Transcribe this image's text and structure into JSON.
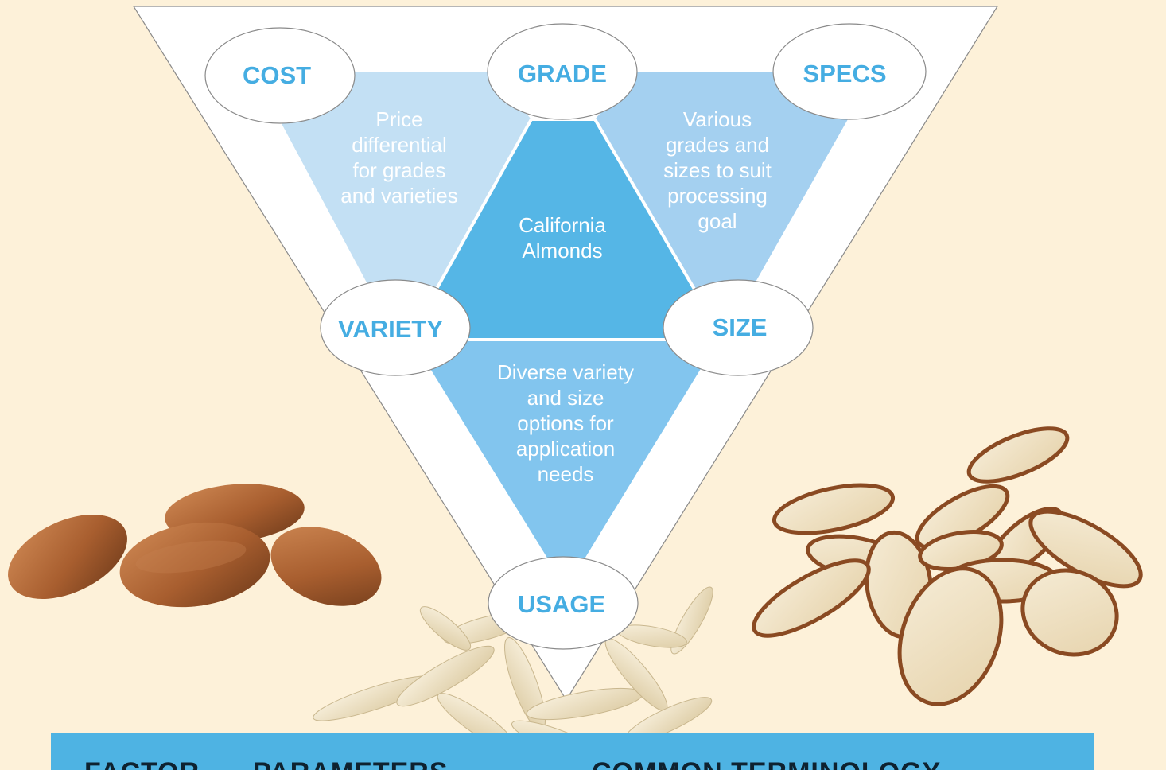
{
  "nodes": {
    "cost": "COST",
    "grade": "GRADE",
    "specs": "SPECS",
    "variety": "VARIETY",
    "size": "SIZE",
    "usage": "USAGE"
  },
  "descriptions": {
    "cost": [
      "Price",
      "differential",
      "for grades",
      "and varieties"
    ],
    "specs": [
      "Various",
      "grades and",
      "sizes to suit",
      "processing",
      "goal"
    ],
    "center": [
      "California",
      "Almonds"
    ],
    "usage": [
      "Diverse variety",
      "and size",
      "options for",
      "application",
      "needs"
    ]
  },
  "table": {
    "headers": [
      "FACTOR",
      "PARAMETERS",
      "COMMON TERMINOLOGY"
    ]
  },
  "images": {
    "left": "whole-almonds",
    "center": "slivered-almonds",
    "right": "sliced-almonds"
  },
  "colors": {
    "background": "#fdf1d9",
    "light_blue": "#c3e0f4",
    "mid_blue": "#a4d0f0",
    "medium_blue": "#82c5ee",
    "dark_blue": "#55b6e6",
    "label_blue": "#45ade2",
    "header_bar": "#4eb3e3"
  }
}
